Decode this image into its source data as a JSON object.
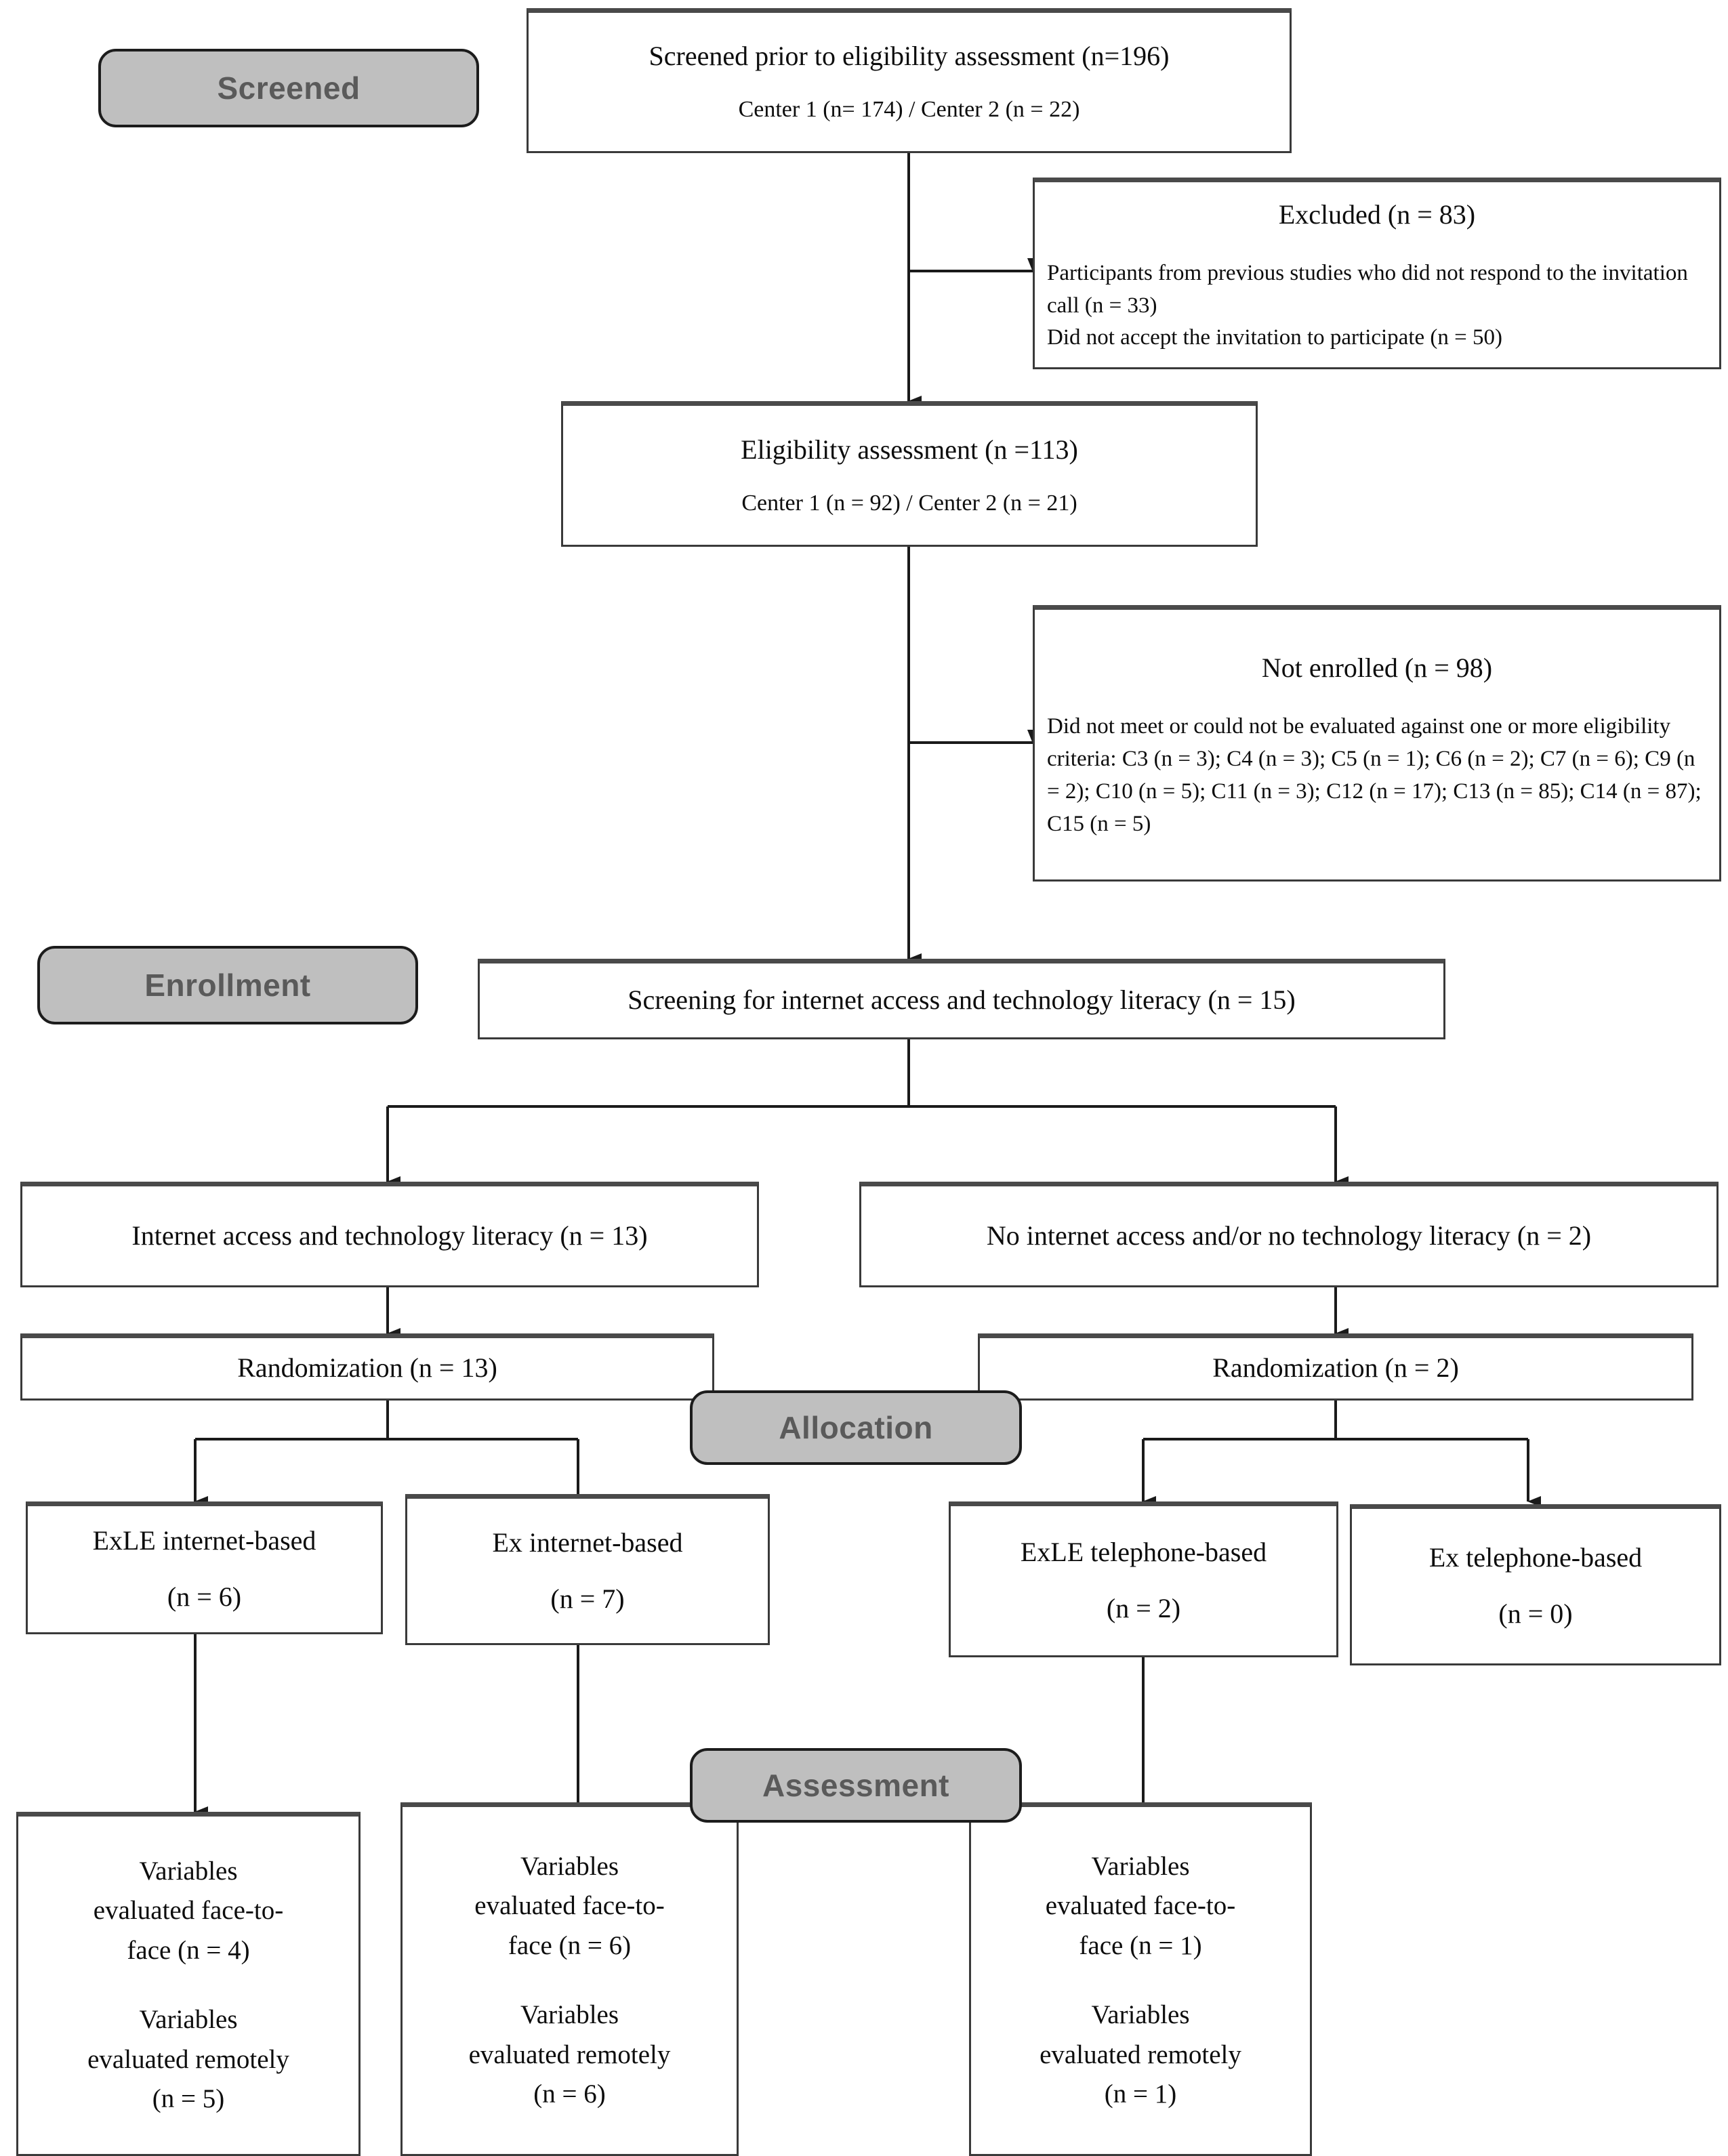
{
  "diagram": {
    "title": "CONSORT participant flow diagram",
    "type": "flowchart",
    "stage_badges": [
      {
        "id": "screened",
        "label": "Screened"
      },
      {
        "id": "enrollment",
        "label": "Enrollment"
      },
      {
        "id": "allocation",
        "label": "Allocation"
      },
      {
        "id": "assessment",
        "label": "Assessment"
      }
    ],
    "nodes": {
      "screened_box": {
        "line1": "Screened prior to eligibility assessment (n=196)",
        "line2": "Center 1 (n= 174) / Center 2 (n = 22)"
      },
      "excluded_box": {
        "header": "Excluded (n = 83)",
        "line1": "Participants from previous studies who did not respond to the invitation call (n = 33)",
        "line2": "Did not accept the invitation to participate (n = 50)"
      },
      "eligibility_box": {
        "line1": "Eligibility assessment (n =113)",
        "line2": "Center 1 (n = 92) / Center 2 (n = 21)"
      },
      "not_enrolled_box": {
        "header": "Not enrolled (n = 98)",
        "line1": "Did not meet or could not be evaluated against one or more eligibility criteria: C3 (n = 3); C4 (n = 3); C5 (n = 1); C6 (n = 2); C7 (n = 6); C9 (n = 2); C10 (n = 5); C11 (n = 3); C12 (n = 17); C13 (n = 85); C14 (n = 87); C15 (n = 5)"
      },
      "screening_box": {
        "line1": "Screening for internet access and technology literacy (n = 15)"
      },
      "internet_yes_box": {
        "line1": "Internet access and technology literacy (n = 13)"
      },
      "internet_no_box": {
        "line1": "No internet access and/or no technology literacy (n = 2)"
      },
      "randomization_left_box": {
        "line1": "Randomization (n = 13)"
      },
      "randomization_right_box": {
        "line1": "Randomization (n = 2)"
      },
      "arm_exle_internet": {
        "line1": "ExLE internet-based",
        "line2": "(n = 6)"
      },
      "arm_ex_internet": {
        "line1": "Ex internet-based",
        "line2": "(n = 7)"
      },
      "arm_exle_telephone": {
        "line1": "ExLE telephone-based",
        "line2": "(n = 2)"
      },
      "arm_ex_telephone": {
        "line1": "Ex telephone-based",
        "line2": "(n = 0)"
      },
      "outcome_exle_internet": {
        "line1": "Variables",
        "line2": "evaluated face-to-",
        "line3": "face (n = 4)",
        "line4": "Variables",
        "line5": "evaluated remotely",
        "line6": "(n = 5)"
      },
      "outcome_ex_internet": {
        "line1": "Variables",
        "line2": "evaluated face-to-",
        "line3": "face (n = 6)",
        "line4": "Variables",
        "line5": "evaluated remotely",
        "line6": "(n = 6)"
      },
      "outcome_exle_telephone": {
        "line1": "Variables",
        "line2": "evaluated face-to-",
        "line3": "face (n = 1)",
        "line4": "Variables",
        "line5": "evaluated remotely",
        "line6": "(n = 1)"
      }
    },
    "colors": {
      "badge_fill": "#bfbfbf",
      "badge_border": "#1c1c1c",
      "badge_text": "#5a5a5a",
      "box_border": "#3a3a3a",
      "box_fill": "#ffffff",
      "text": "#0d0d0d",
      "connector": "#1a1a1a"
    }
  }
}
